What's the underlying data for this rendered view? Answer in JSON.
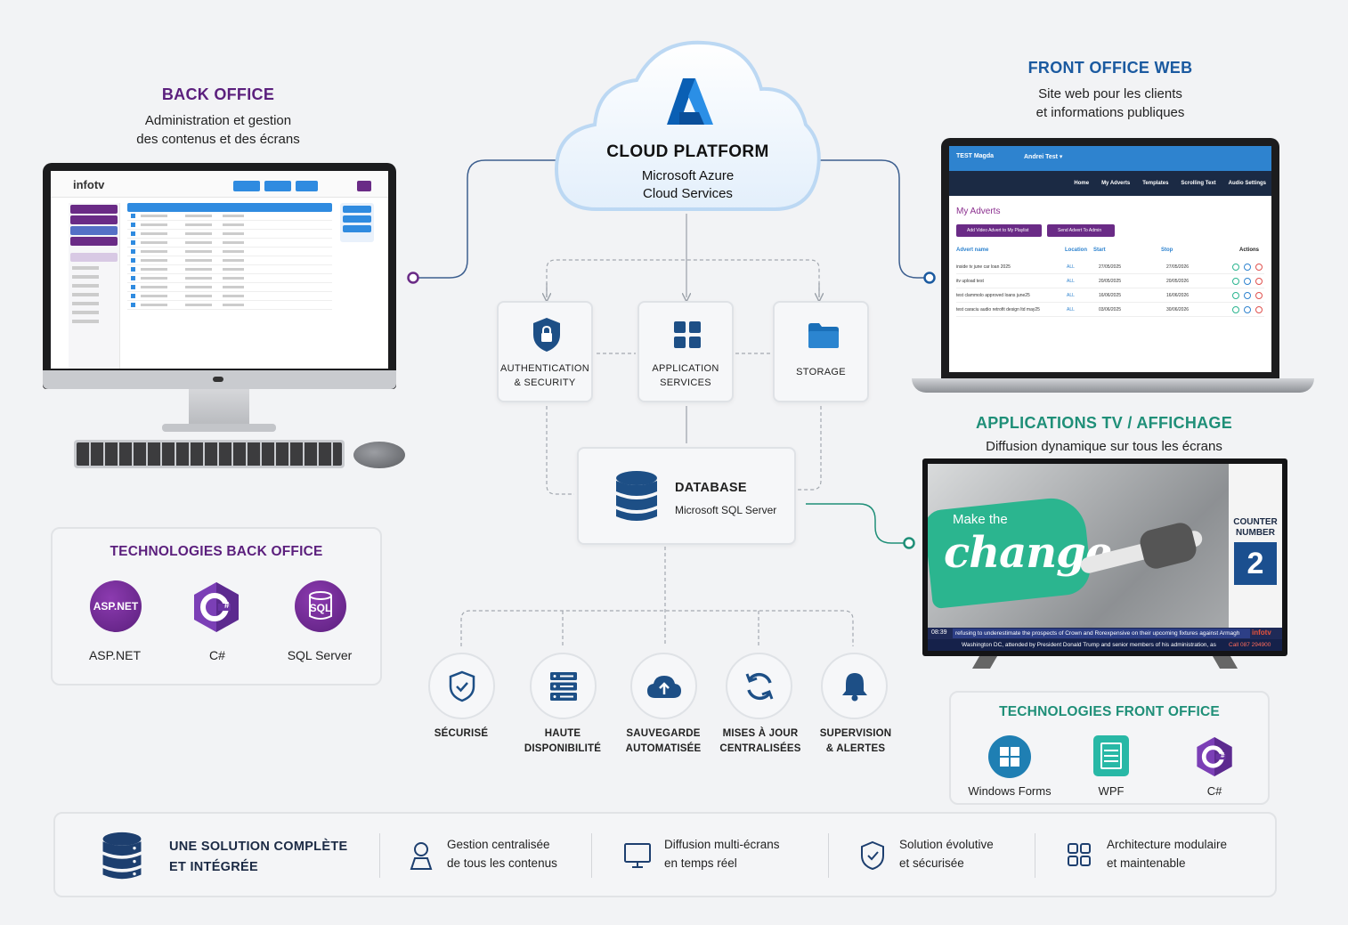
{
  "cloud": {
    "title": "CLOUD PLATFORM",
    "line1": "Microsoft Azure",
    "line2": "Cloud Services"
  },
  "back_office": {
    "title": "BACK OFFICE",
    "line1": "Administration et gestion",
    "line2": "des contenus et des écrans",
    "screen": {
      "brand": "infotv",
      "buttons": [
        "",
        "",
        "",
        ""
      ],
      "table_rows": 11
    }
  },
  "front_office": {
    "title": "FRONT OFFICE WEB",
    "line1": "Site web pour les clients",
    "line2": "et informations publiques",
    "app": {
      "top_title": "TEST Magda",
      "user": "Andrei Test ▾",
      "nav": [
        "Home",
        "My Adverts",
        "Templates",
        "Scrolling Text",
        "Audio Settings"
      ],
      "section": "My Adverts",
      "btn_add": "Add Video Advert to My Playlist",
      "btn_send": "Send Advert To Admin",
      "cols": [
        "Advert name",
        "Location",
        "Start",
        "Stop",
        "Actions"
      ],
      "rows": [
        {
          "name": "inside tv june car loan 2025",
          "loc": "ALL",
          "start": "27/05/2025",
          "stop": "27/05/2026"
        },
        {
          "name": "itv upload test",
          "loc": "ALL",
          "start": "20/05/2025",
          "stop": "20/05/2026"
        },
        {
          "name": "test clammolo approved loans june25",
          "loc": "ALL",
          "start": "16/06/2025",
          "stop": "16/06/2026"
        },
        {
          "name": "test caraciu audio retrofit design ltd may25",
          "loc": "ALL",
          "start": "03/06/2025",
          "stop": "30/06/2026"
        }
      ]
    }
  },
  "services": {
    "auth": [
      "AUTHENTICATION",
      "& SECURITY"
    ],
    "app": [
      "APPLICATION",
      "SERVICES"
    ],
    "storage": "STORAGE"
  },
  "database": {
    "title": "DATABASE",
    "subtitle": "Microsoft SQL Server"
  },
  "tv": {
    "title": "APPLICATIONS TV / AFFICHAGE",
    "subtitle": "Diffusion dynamique sur tous les écrans",
    "make": "Make the",
    "change": "change",
    "counter_label1": "COUNTER",
    "counter_label2": "NUMBER",
    "counter_value": "2",
    "time": "08:39",
    "ticker1": "refusing to underestimate the prospects of Crown and Rorexpensive on their upcoming fixtures against Armagh",
    "ticker2": "Washington DC, attended by President Donald Trump and senior members of his administration, as",
    "brand": "infotv",
    "phone": "Call 087 294900"
  },
  "features": [
    {
      "icon": "shield-check-icon",
      "l1": "SÉCURISÉ",
      "l2": ""
    },
    {
      "icon": "server-icon",
      "l1": "HAUTE",
      "l2": "DISPONIBILITÉ"
    },
    {
      "icon": "cloud-upload-icon",
      "l1": "SAUVEGARDE",
      "l2": "AUTOMATISÉE"
    },
    {
      "icon": "refresh-icon",
      "l1": "MISES À JOUR",
      "l2": "CENTRALISÉES"
    },
    {
      "icon": "bell-icon",
      "l1": "SUPERVISION",
      "l2": "& ALERTES"
    }
  ],
  "tech_back": {
    "title": "TECHNOLOGIES BACK OFFICE",
    "items": [
      {
        "label": "ASP.NET",
        "badge": "ASP.NET"
      },
      {
        "label": "C#",
        "badge": "C#"
      },
      {
        "label": "SQL Server",
        "badge": "SQL"
      }
    ]
  },
  "tech_front": {
    "title": "TECHNOLOGIES FRONT OFFICE",
    "items": [
      {
        "label": "Windows Forms"
      },
      {
        "label": "WPF"
      },
      {
        "label": "C#"
      }
    ]
  },
  "band": {
    "title1": "UNE SOLUTION COMPLÈTE",
    "title2": "ET INTÉGRÉE",
    "items": [
      {
        "l1": "Gestion centralisée",
        "l2": "de tous les contenus"
      },
      {
        "l1": "Diffusion multi-écrans",
        "l2": "en temps réel"
      },
      {
        "l1": "Solution évolutive",
        "l2": "et sécurisée"
      },
      {
        "l1": "Architecture modulaire",
        "l2": "et maintenable"
      }
    ]
  },
  "colors": {
    "purple": "#5b1f7d",
    "blue": "#1b5aa0",
    "teal": "#1f8f78",
    "azure": "#1a73c9"
  }
}
